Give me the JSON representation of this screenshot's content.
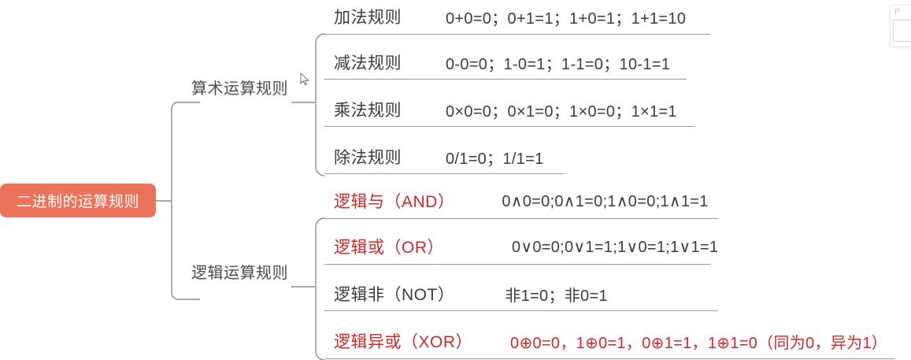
{
  "root": {
    "label": "二进制的运算规则",
    "color": "#ec7259",
    "text_color": "#ffffff"
  },
  "branches": [
    {
      "id": "arithmetic",
      "label": "算术运算规则"
    },
    {
      "id": "logic",
      "label": "逻辑运算规则"
    }
  ],
  "leaves": {
    "addition": {
      "title": "加法规则",
      "formula": "0+0=0；0+1=1；1+0=1；1+1=10",
      "title_color": "#3c3c3c",
      "formula_color": "#3c3c3c"
    },
    "subtraction": {
      "title": "减法规则",
      "formula": "0-0=0；1-0=1；1-1=0；10-1=1",
      "title_color": "#3c3c3c",
      "formula_color": "#3c3c3c"
    },
    "multiplication": {
      "title": "乘法规则",
      "formula": "0×0=0；0×1=0；1×0=0；1×1=1",
      "title_color": "#3c3c3c",
      "formula_color": "#3c3c3c"
    },
    "division": {
      "title": "除法规则",
      "formula": "0/1=0；1/1=1",
      "title_color": "#3c3c3c",
      "formula_color": "#3c3c3c"
    },
    "and": {
      "title": "逻辑与（AND）",
      "formula": "0∧0=0;0∧1=0;1∧0=0;1∧1=1",
      "title_color": "#c92a2a",
      "formula_color": "#3c3c3c"
    },
    "or": {
      "title": "逻辑或（OR）",
      "formula": "0∨0=0;0∨1=1;1∨0=1;1∨1=1",
      "title_color": "#c92a2a",
      "formula_color": "#3c3c3c"
    },
    "not": {
      "title": "逻辑非（NOT）",
      "formula": "非1=0；非0=1",
      "title_color": "#3c3c3c",
      "formula_color": "#3c3c3c"
    },
    "xor": {
      "title": "逻辑异或（XOR）",
      "formula": "0⊕0=0，1⊕0=1，0⊕1=1，1⊕1=0（同为0，异为1）",
      "title_color": "#c92a2a",
      "formula_color": "#c92a2a"
    }
  },
  "corner_panel": {
    "glyph": "P"
  },
  "theme": {
    "connector_color": "#8c8c8c",
    "rule_color": "#9a9a9a",
    "background": "#ffffff"
  }
}
